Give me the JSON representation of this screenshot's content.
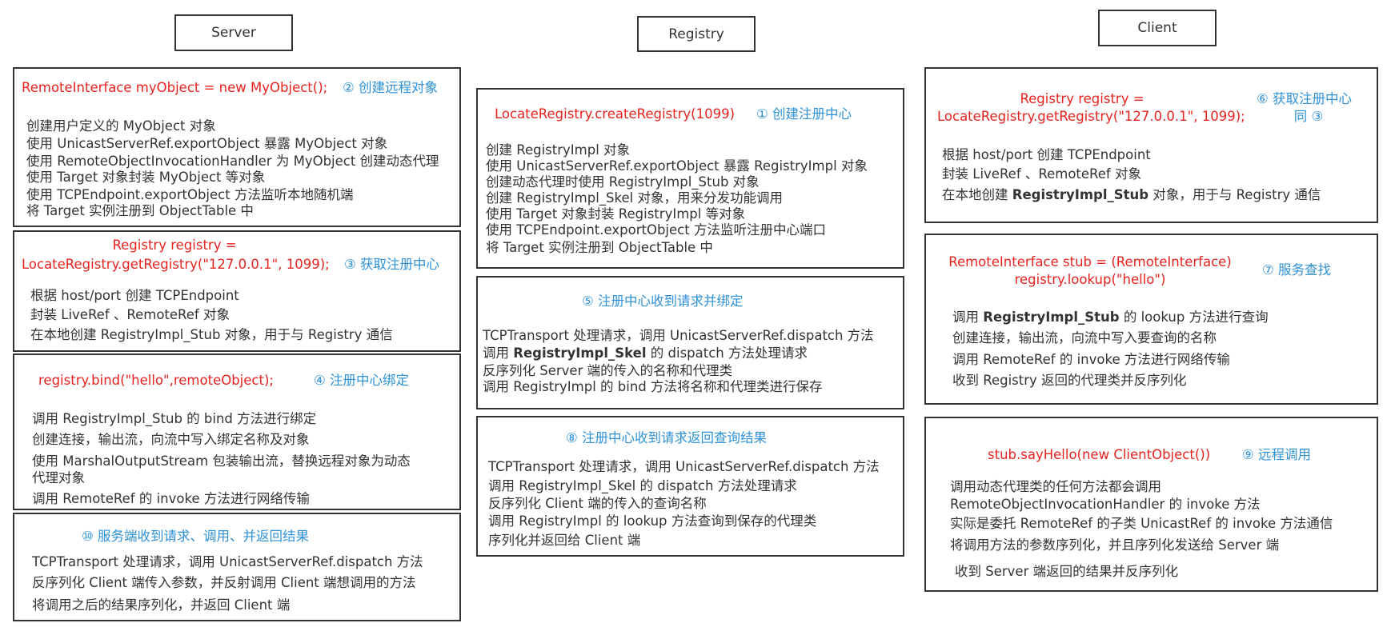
{
  "colors": {
    "code": "#e8231f",
    "step": "#2f92d8",
    "text": "#333333",
    "border": "#333333"
  },
  "headers": {
    "server": "Server",
    "registry": "Registry",
    "client": "Client"
  },
  "server": {
    "create": {
      "code": "RemoteInterface myObject = new MyObject();",
      "step": "② 创建远程对象",
      "lines": [
        "创建用户定义的 MyObject 对象",
        "使用 UnicastServerRef.exportObject 暴露 MyObject 对象",
        "使用 RemoteObjectInvocationHandler 为 MyObject 创建动态代理",
        "使用 Target 对象封装 MyObject 等对象",
        "使用 TCPEndpoint.exportObject 方法监听本地随机端",
        "将 Target 实例注册到 ObjectTable 中"
      ]
    },
    "getreg": {
      "code1": "Registry registry =",
      "code2": "LocateRegistry.getRegistry(\"127.0.0.1\", 1099);",
      "step": "③ 获取注册中心",
      "lines": [
        "根据 host/port 创建 TCPEndpoint",
        "封装 LiveRef 、RemoteRef 对象",
        "在本地创建 RegistryImpl_Stub 对象，用于与 Registry 通信"
      ]
    },
    "bind": {
      "code": "registry.bind(\"hello\",remoteObject);",
      "step": "④ 注册中心绑定",
      "lines": [
        "调用 RegistryImpl_Stub 的 bind 方法进行绑定",
        "创建连接，输出流，向流中写入绑定名称及对象",
        "使用 MarshalOutputStream 包装输出流，替换远程对象为动态",
        "代理对象",
        "调用 RemoteRef 的 invoke 方法进行网络传输"
      ]
    },
    "respond": {
      "step": "⑩ 服务端收到请求、调用、并返回结果",
      "lines": [
        "TCPTransport 处理请求，调用 UnicastServerRef.dispatch 方法",
        "反序列化 Client 端传入参数，并反射调用 Client 端想调用的方法",
        "将调用之后的结果序列化，并返回 Client 端"
      ]
    }
  },
  "registry": {
    "create": {
      "code": "LocateRegistry.createRegistry(1099)",
      "step": "① 创建注册中心",
      "lines": [
        "创建 RegistryImpl 对象",
        "使用 UnicastServerRef.exportObject 暴露  RegistryImpl 对象",
        "创建动态代理时使用 RegistryImpl_Stub 对象",
        "创建 RegistryImpl_Skel 对象，用来分发功能调用",
        "使用 Target 对象封装 RegistryImpl 等对象",
        "使用 TCPEndpoint.exportObject 方法监听注册中心端口",
        "将 Target 实例注册到 ObjectTable 中"
      ]
    },
    "bindrecv": {
      "step": "⑤ 注册中心收到请求并绑定",
      "lines": [
        "TCPTransport 处理请求，调用 UnicastServerRef.dispatch 方法",
        "调用 RegistryImpl_Skel 的 dispatch 方法处理请求",
        "反序列化 Server 端的传入的名称和代理类",
        "调用 RegistryImpl 的 bind 方法将名称和代理类进行保存"
      ]
    },
    "lookuprecv": {
      "step": "⑧ 注册中心收到请求返回查询结果",
      "lines": [
        "TCPTransport 处理请求，调用 UnicastServerRef.dispatch 方法",
        "调用 RegistryImpl_Skel 的 dispatch 方法处理请求",
        "反序列化 Client 端的传入的查询名称",
        "调用 RegistryImpl 的 lookup 方法查询到保存的代理类",
        "序列化并返回给 Client 端"
      ]
    }
  },
  "client": {
    "getreg": {
      "code1": "Registry registry =",
      "code2": "LocateRegistry.getRegistry(\"127.0.0.1\", 1099);",
      "step1": "⑥ 获取注册中心",
      "step2": "同 ③",
      "lines": [
        "根据 host/port 创建 TCPEndpoint",
        "封装 LiveRef 、RemoteRef 对象",
        "在本地创建 RegistryImpl_Stub 对象，用于与 Registry 通信"
      ]
    },
    "lookup": {
      "code1": "RemoteInterface stub = (RemoteInterface)",
      "code2": "registry.lookup(\"hello\")",
      "step": "⑦ 服务查找",
      "lines": [
        "调用 RegistryImpl_Stub 的 lookup 方法进行查询",
        "创建连接，输出流，向流中写入要查询的名称",
        "调用 RemoteRef 的 invoke 方法进行网络传输",
        "收到 Registry 返回的代理类并反序列化"
      ]
    },
    "invoke": {
      "code": "stub.sayHello(new ClientObject())",
      "step": "⑨ 远程调用",
      "lines": [
        "调用动态代理类的任何方法都会调用",
        "RemoteObjectInvocationHandler 的 invoke 方法",
        "实际是委托 RemoteRef 的子类 UnicastRef 的 invoke 方法通信",
        "将调用方法的参数序列化，并且序列化发送给 Server 端",
        "收到 Server 端返回的结果并反序列化"
      ]
    }
  }
}
